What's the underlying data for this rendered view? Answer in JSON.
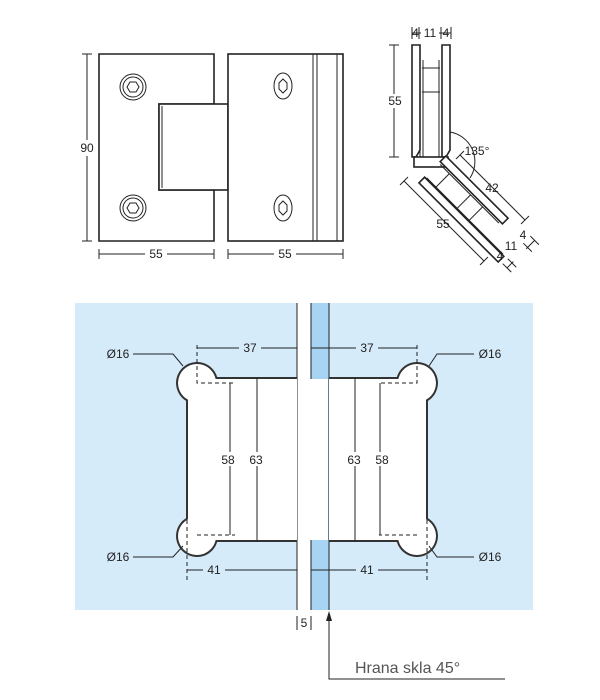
{
  "front_view": {
    "height_label": "90",
    "left_width_label": "55",
    "right_width_label": "55"
  },
  "side_view": {
    "top_dims": [
      "4",
      "11",
      "4"
    ],
    "vertical_length": "55",
    "angle": "135°",
    "arm_inner_length": "42",
    "arm_outer_length": "55",
    "arm_dims": [
      "4",
      "11",
      "4"
    ]
  },
  "installation": {
    "hole_diameter": "Ø16",
    "left_top_width": "37",
    "right_top_width": "37",
    "left_inner_height": "58",
    "left_outer_height": "63",
    "right_inner_height": "58",
    "right_outer_height": "63",
    "left_bottom_width": "41",
    "right_bottom_width": "41",
    "gap": "5",
    "glass_edge_note": "Hrana skla 45°"
  },
  "colors": {
    "glass": "#d6ebfa",
    "glass_edge": "#a6d4f2",
    "line": "#222222"
  }
}
